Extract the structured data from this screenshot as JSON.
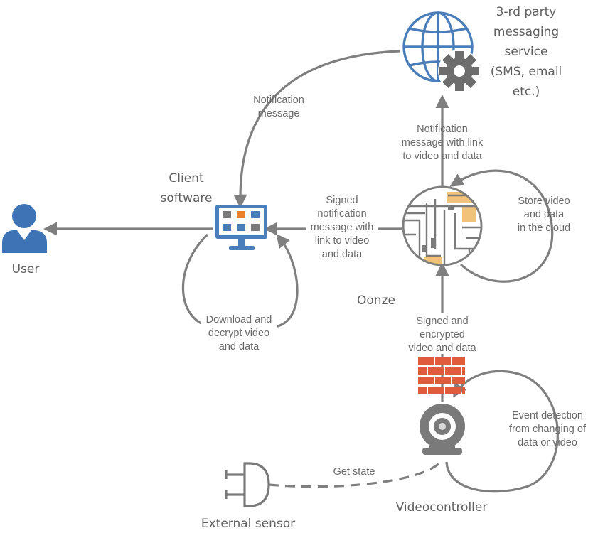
{
  "colors": {
    "arrow": "#7f7f7f",
    "text": "#6a6a6a",
    "title_text": "#5f5f5f",
    "blue": "#4a7ebb",
    "user": "#3e74b5",
    "firewall": "#e05a3c",
    "orange": "#e8822e",
    "map_accent": "#f1c27a"
  },
  "nodes": {
    "service": {
      "icon": "globe-gear-icon",
      "lines": [
        "3-rd party",
        "messaging",
        "service",
        "(SMS, email",
        "etc.)"
      ]
    },
    "client": {
      "icon": "monitor-icon",
      "lines": [
        "Client",
        "software"
      ]
    },
    "user": {
      "icon": "user-icon",
      "lines": [
        "User"
      ]
    },
    "oonze": {
      "icon": "city-map-icon",
      "lines": [
        "Oonze"
      ]
    },
    "videocontroller": {
      "icon": "webcam-icon",
      "lines": [
        "Videocontroller"
      ]
    },
    "firewall": {
      "icon": "brick-wall-icon"
    },
    "sensor": {
      "icon": "plug-icon",
      "lines": [
        "External sensor"
      ]
    }
  },
  "edges": {
    "notification_message": [
      "Notification",
      "message"
    ],
    "notification_with_link": [
      "Notification",
      "message with link",
      "to video and data"
    ],
    "signed_notification": [
      "Signed",
      "notification",
      "message with",
      "link to video",
      "and data"
    ],
    "store_cloud": [
      "Store video",
      "and data",
      "in the cloud"
    ],
    "download_decrypt": [
      "Download and",
      "decrypt video",
      "and data"
    ],
    "signed_encrypted": [
      "Signed and",
      "encrypted",
      "video and data"
    ],
    "event_detection": [
      "Event detection",
      "from changing of",
      "data or video"
    ],
    "get_state": [
      "Get state"
    ]
  }
}
